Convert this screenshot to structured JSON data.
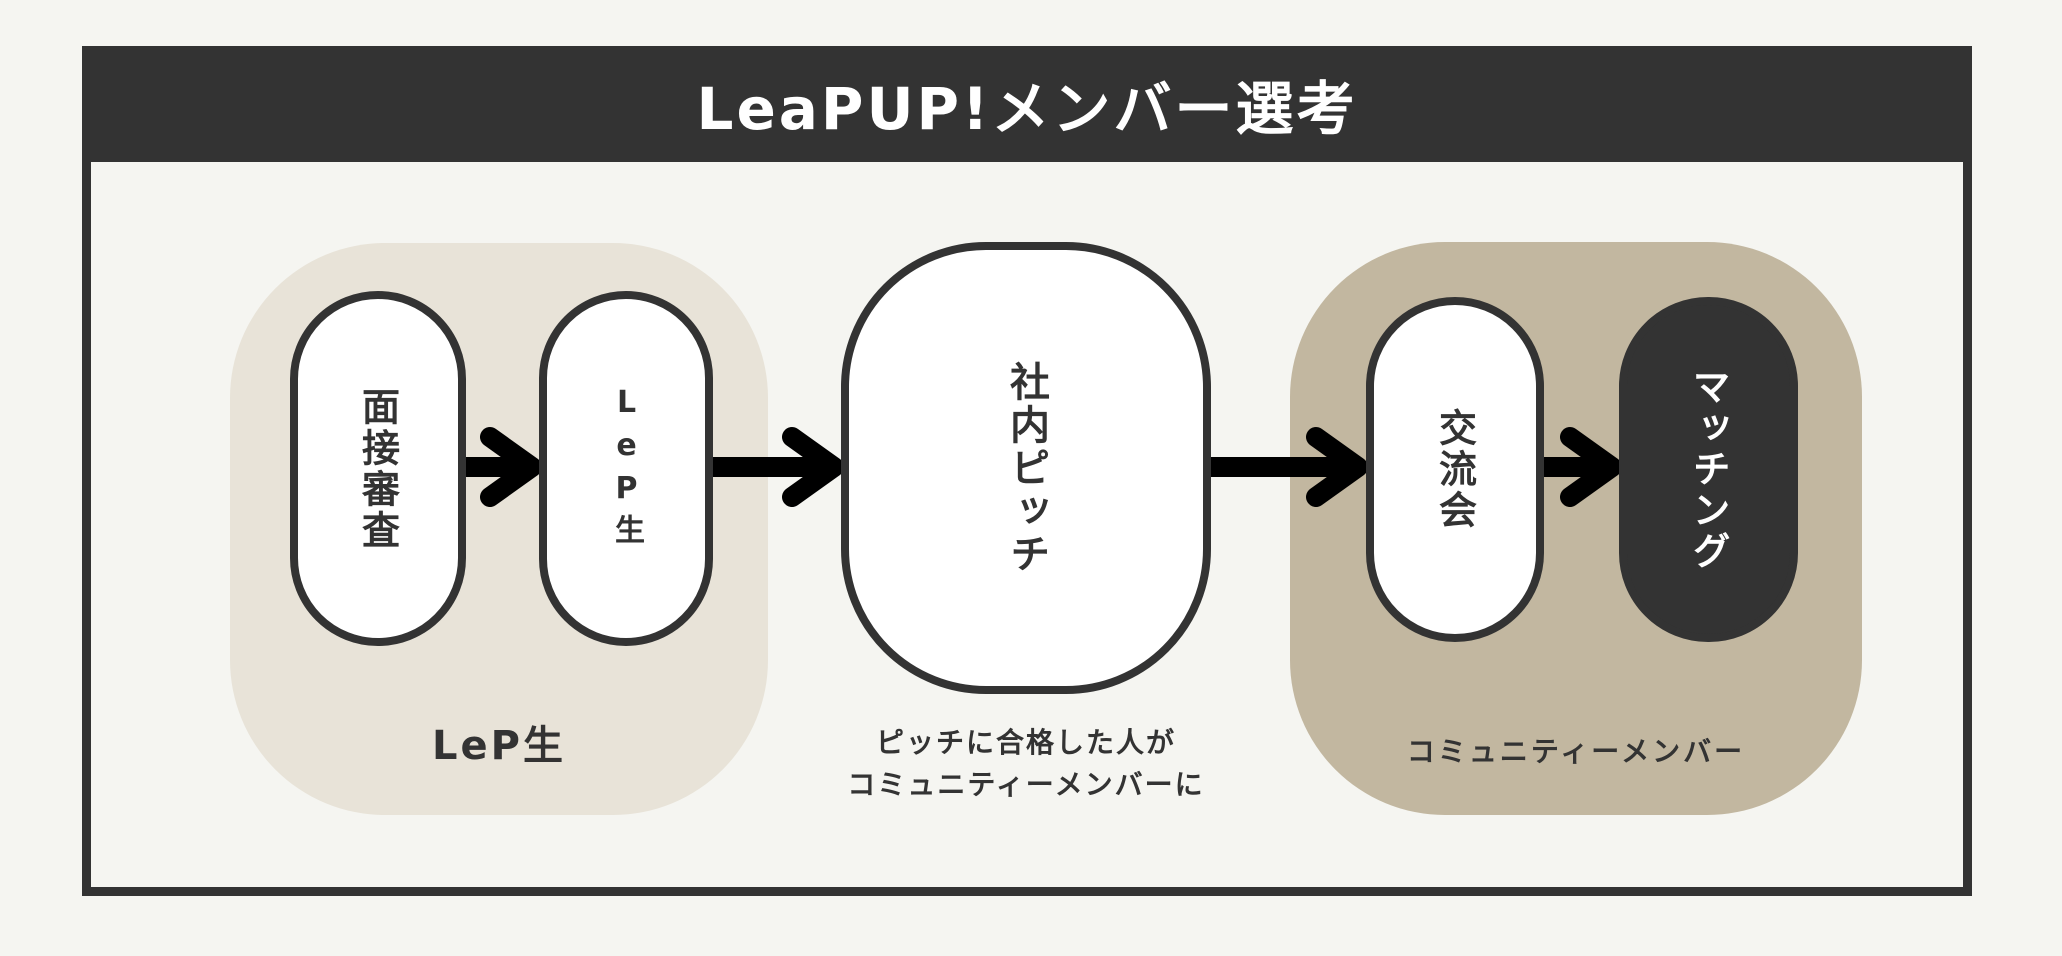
{
  "title": "LeaPUP!メンバー選考",
  "groups": {
    "left_label": "LeP生",
    "middle_label_line1": "ピッチに合格した人が",
    "middle_label_line2": "コミュニティーメンバーに",
    "right_label": "コミュニティーメンバー"
  },
  "steps": [
    {
      "label": "面接審査"
    },
    {
      "label": "LeP生"
    },
    {
      "label": "社内ピッチ"
    },
    {
      "label": "交流会"
    },
    {
      "label": "マッチング"
    }
  ],
  "colors": {
    "dark": "#333333",
    "light_beige": "#e8e3d8",
    "tan": "#c2b7a0",
    "background": "#f5f5f1",
    "white": "#ffffff"
  }
}
